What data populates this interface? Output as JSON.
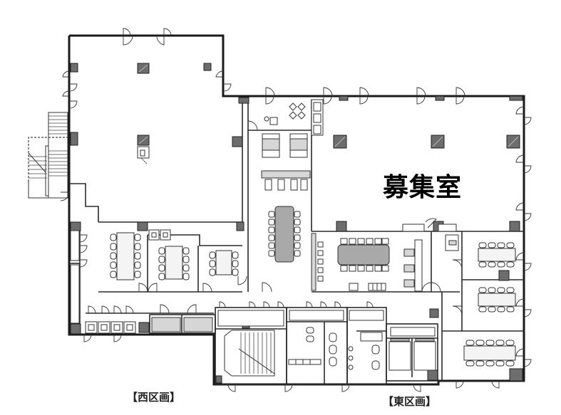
{
  "floor_plan": {
    "highlight_label": "募集室",
    "sections": {
      "west": "【西区画】",
      "east": "【東区画】"
    },
    "rooms": [
      {
        "name": "west-open-space",
        "label": ""
      },
      {
        "name": "recruitment-room",
        "label": "募集室"
      },
      {
        "name": "lounge-kitchen",
        "label": ""
      },
      {
        "name": "large-meeting-room",
        "label": ""
      },
      {
        "name": "cafeteria-area",
        "label": ""
      },
      {
        "name": "meeting-room-1",
        "label": ""
      },
      {
        "name": "meeting-room-2",
        "label": ""
      },
      {
        "name": "meeting-room-3",
        "label": ""
      },
      {
        "name": "west-meeting-room-a",
        "label": ""
      },
      {
        "name": "west-meeting-room-b",
        "label": ""
      },
      {
        "name": "west-meeting-room-c",
        "label": ""
      },
      {
        "name": "stairwell",
        "label": ""
      },
      {
        "name": "restrooms",
        "label": ""
      },
      {
        "name": "elevators",
        "label": ""
      }
    ],
    "colors": {
      "wall": "#1a1a1a",
      "column": "#6d6d6d",
      "table_gray": "#a9a9a9",
      "background": "#ffffff"
    }
  }
}
